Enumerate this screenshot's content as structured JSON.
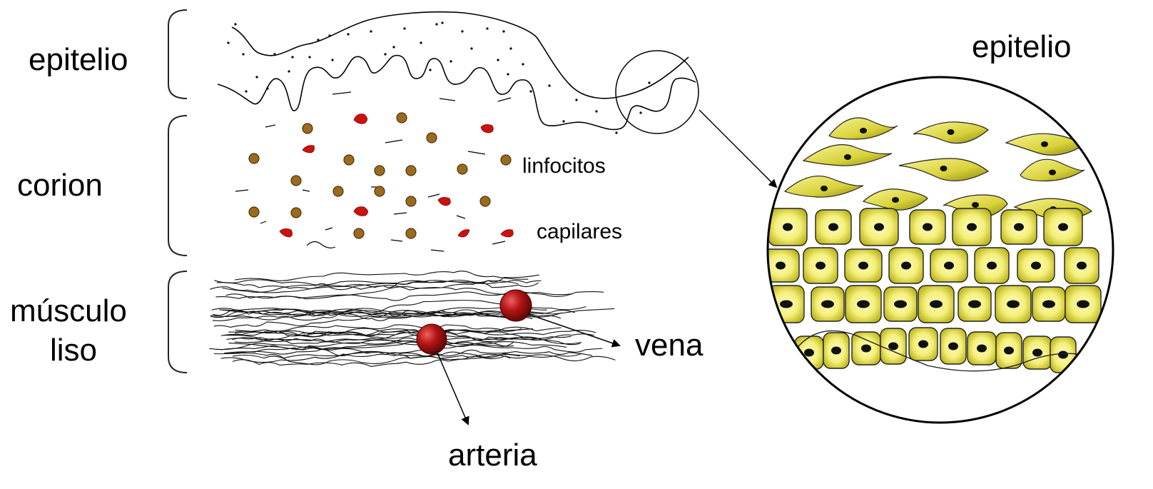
{
  "labels": {
    "epitelio_left": "epitelio",
    "corion": "corion",
    "musculo": "músculo",
    "liso": "liso",
    "linfocitos": "linfocitos",
    "capilares": "capilares",
    "vena": "vena",
    "arteria": "arteria",
    "epitelio_right": "epitelio"
  },
  "colors": {
    "lymphocyte": "#9a6b1f",
    "lymphocyte_stroke": "#4d3408",
    "capillary": "#cc1111",
    "vessel": "#a01010",
    "cell_fill_center": "#fbfab0",
    "cell_fill_edge": "#c8c21c",
    "nucleus": "#111111",
    "line": "#000000"
  },
  "icons": {
    "brackets": "curly-brace-icon",
    "magnifier": "zoom-circle-icon"
  }
}
